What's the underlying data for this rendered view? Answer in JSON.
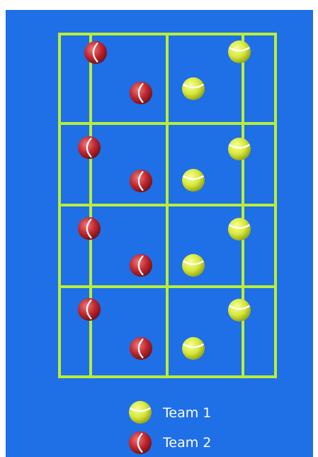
{
  "colors": {
    "background": "#1f6fe6",
    "court_lines": "#b8ee3a",
    "team1_ball": "#d7e83a",
    "team2_ball": "#c0262d",
    "legend_text": "#ffffff"
  },
  "teams": [
    {
      "id": "team1",
      "label": "Team 1",
      "icon": "yellow-tennis-ball-icon",
      "ball_count": 8
    },
    {
      "id": "team2",
      "label": "Team 2",
      "icon": "red-tennis-ball-icon",
      "ball_count": 8
    }
  ],
  "court": {
    "rows": 4,
    "columns": 2
  }
}
